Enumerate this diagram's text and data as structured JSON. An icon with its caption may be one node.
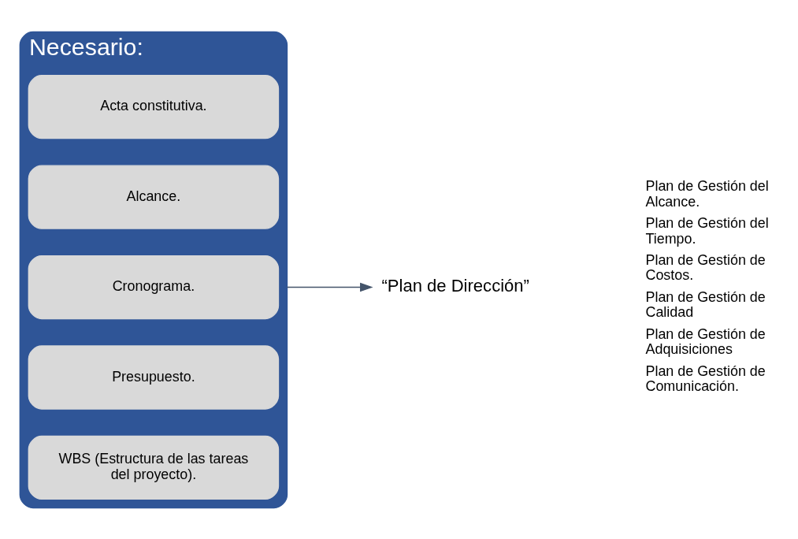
{
  "diagram": {
    "nodes": [
      {
        "text": [
          "Necesario:"
        ]
      },
      {
        "text": [
          "Acta constitutiva."
        ],
        "in": 0
      },
      {
        "text": [
          "Alcance."
        ],
        "in": 0
      },
      {
        "text": [
          "Cronograma."
        ],
        "in": 0
      },
      {
        "text": [
          "Presupuesto."
        ],
        "in": 0
      },
      {
        "text": [
          "WBS (Estructura de las tareas del proyecto)."
        ],
        "in": 0
      },
      {
        "text": [
          "“Plan de Dirección”"
        ]
      }
    ],
    "edges": [
      {
        "from": 0,
        "to": 6,
        "arrow": "to",
        "color": "#44546a"
      }
    ],
    "labels": [
      "Plan de Gestión del Alcance.",
      "Plan de Gestión del Tiempo.",
      "Plan de Gestión de Costos.",
      "Plan de Gestión de Calidad",
      "Plan de Gestión de Adquisiciones",
      "Plan de Gestión de Comunicación."
    ]
  }
}
